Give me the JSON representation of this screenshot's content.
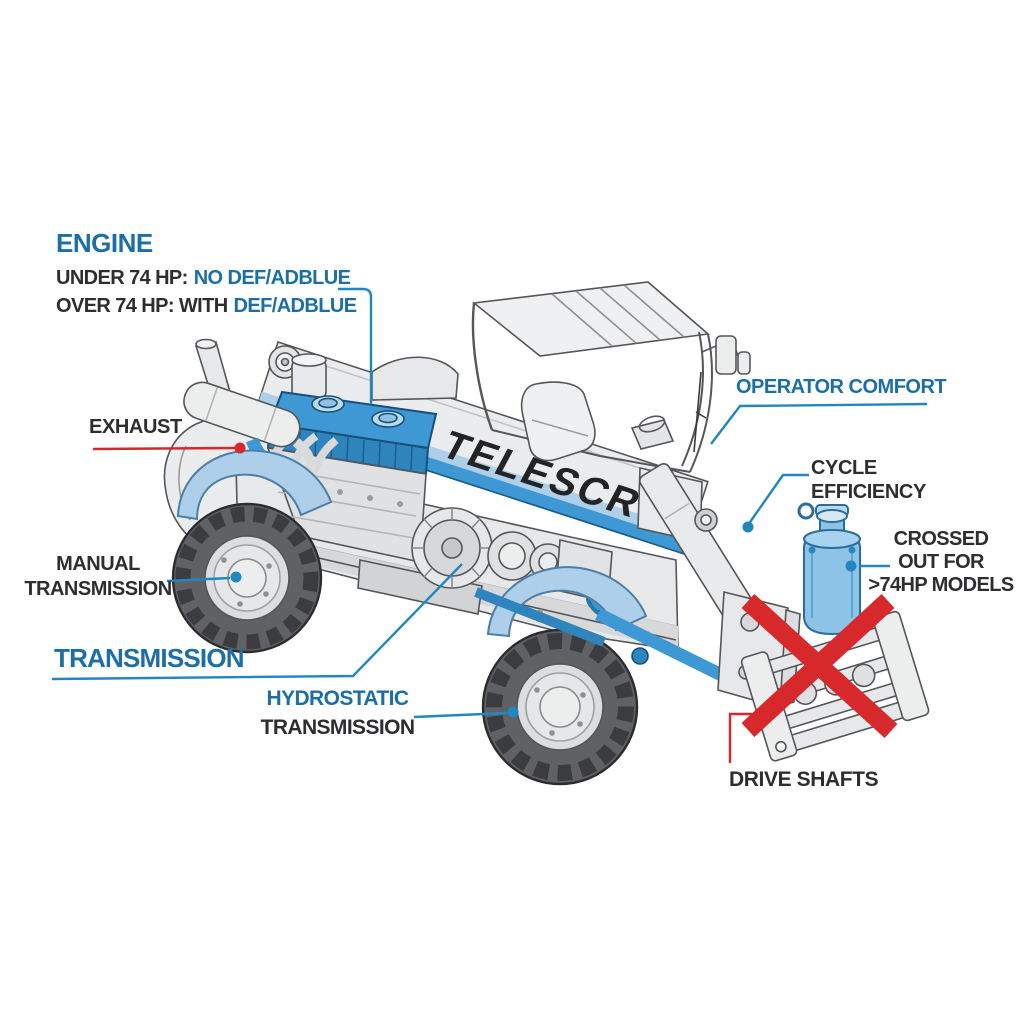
{
  "colors": {
    "accent_blue": "#1c6ea6",
    "leader_blue": "#2287bf",
    "red": "#d7282c",
    "dark_text": "#2e2e30",
    "machine_blue": "#3d98d3",
    "light_blue": "#aecfe9",
    "tank_blue": "#8cc3e6"
  },
  "brand": {
    "boom_text": "TELESCRO"
  },
  "callouts": {
    "engine": {
      "title": "ENGINE",
      "rule1_prefix": "UNDER 74 HP:",
      "rule1_value": "NO DEF/ADBLUE",
      "rule2_prefix": "OVER 74 HP: WITH",
      "rule2_value": "DEF/ADBLUE"
    },
    "exhaust": {
      "label": "EXHAUST"
    },
    "manual_transmission": {
      "line1": "MANUAL",
      "line2": "TRANSMISSION"
    },
    "transmission_section": {
      "title": "TRANSMISSION"
    },
    "hydrostatic_transmission": {
      "line1": "HYDROSTATIC",
      "line2": "TRANSMISSION"
    },
    "operator_comfort": {
      "label": "OPERATOR COMFORT"
    },
    "cycle_efficiency": {
      "line1": "CYCLE",
      "line2": "EFFICIENCY"
    },
    "def_tank_note": {
      "line1": "CROSSED",
      "line2": "OUT FOR",
      "line3": ">74HP MODELS"
    },
    "drive_shafts": {
      "label": "DRIVE SHAFTS"
    }
  }
}
